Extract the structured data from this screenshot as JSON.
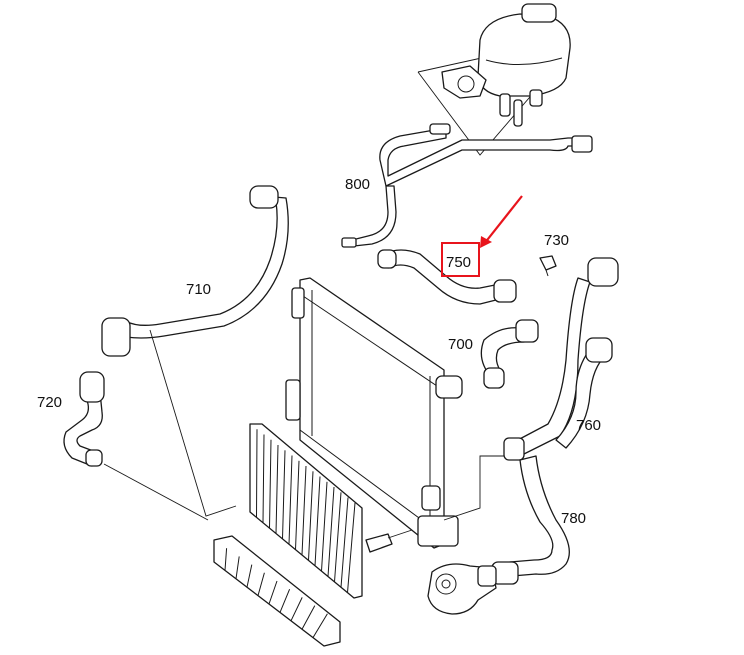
{
  "diagram": {
    "callouts": [
      {
        "id": "800",
        "text": "800"
      },
      {
        "id": "730",
        "text": "730"
      },
      {
        "id": "750",
        "text": "750"
      },
      {
        "id": "710",
        "text": "710"
      },
      {
        "id": "700",
        "text": "700"
      },
      {
        "id": "720",
        "text": "720"
      },
      {
        "id": "760",
        "text": "760"
      },
      {
        "id": "780",
        "text": "780"
      }
    ],
    "highlight": {
      "target": "750",
      "color": "#e8141c"
    },
    "colors": {
      "line": "#1a1a1a",
      "background": "#ffffff"
    }
  }
}
